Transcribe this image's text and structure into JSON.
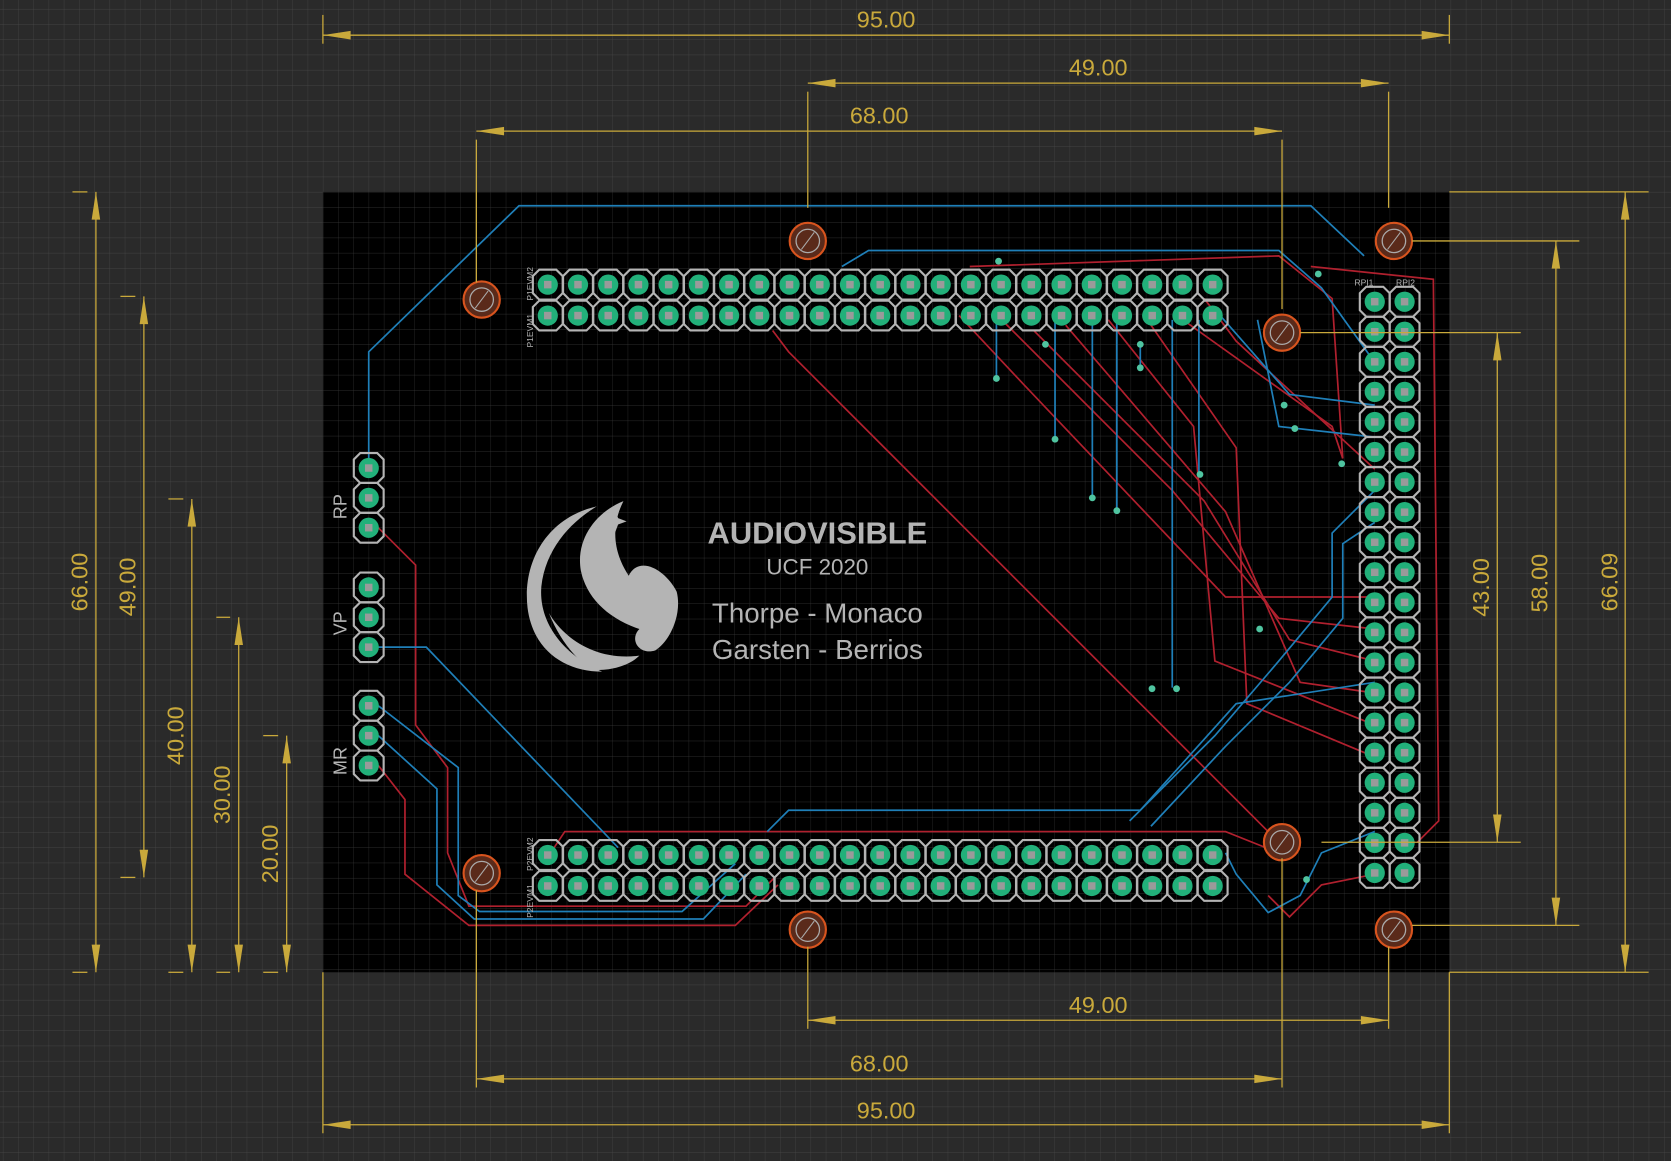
{
  "colors": {
    "background": "#2a2a2a",
    "board": "#000000",
    "dimension": "#c9a93b",
    "pad": "#22b07a",
    "silk": "#b4b4b4",
    "top_trace": "#b0202e",
    "bottom_trace": "#1f7fb8",
    "hole": "#d8541e"
  },
  "dimensions": {
    "top_95": "95.00",
    "top_49": "49.00",
    "top_68": "68.00",
    "bottom_49": "49.00",
    "bottom_68": "68.00",
    "bottom_95": "95.00",
    "left_66": "66.00",
    "left_49": "49.00",
    "left_40": "40.00",
    "left_30": "30.00",
    "left_20": "20.00",
    "right_43": "43.00",
    "right_58": "58.00",
    "right_6609": "66.09"
  },
  "silkscreen": {
    "title": "AUDIOVISIBLE",
    "subtitle": "UCF 2020",
    "names_line1": "Thorpe - Monaco",
    "names_line2": "Garsten - Berrios",
    "header_p1vm2": "P1EVM2",
    "header_p1vm1": "P1EVM1",
    "header_p2vm2": "P2EVM2",
    "header_p2vm1": "P2EVM1",
    "header_rpi1": "RPI1",
    "header_rpi2": "RPI2",
    "conn_rp": "RP",
    "conn_vp": "VP",
    "conn_mr": "MR"
  }
}
